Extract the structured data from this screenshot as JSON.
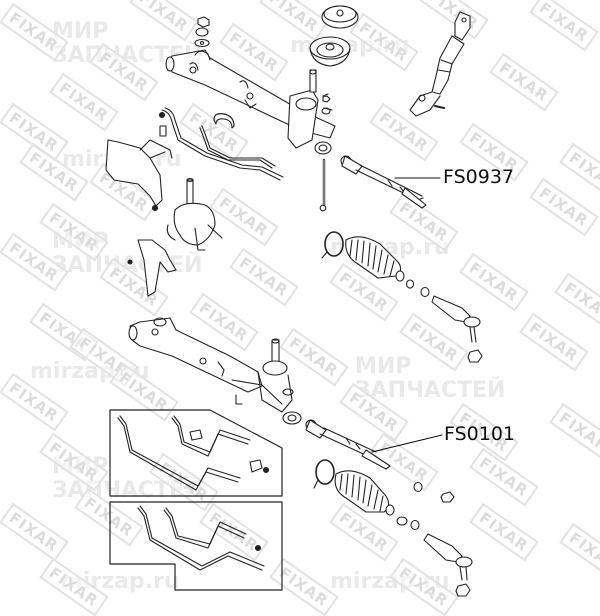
{
  "diagram": {
    "type": "exploded-parts-view",
    "subject": "steering rack assembly",
    "part_labels": [
      {
        "id": "label-1",
        "text": "FS0937",
        "points_to": "inner tie rod (upper assembly)"
      },
      {
        "id": "label-2",
        "text": "FS0101",
        "points_to": "inner tie rod (lower assembly)"
      }
    ],
    "watermarks": {
      "brand": "FIXAR",
      "site_text": "mirzap.ru",
      "ru_text_line1": "МИР",
      "ru_text_line2": "ЗАПЧАСТЕЙ"
    },
    "colors": {
      "line": "#222222",
      "watermark": "#dcdcdc",
      "background": "#ffffff"
    }
  }
}
